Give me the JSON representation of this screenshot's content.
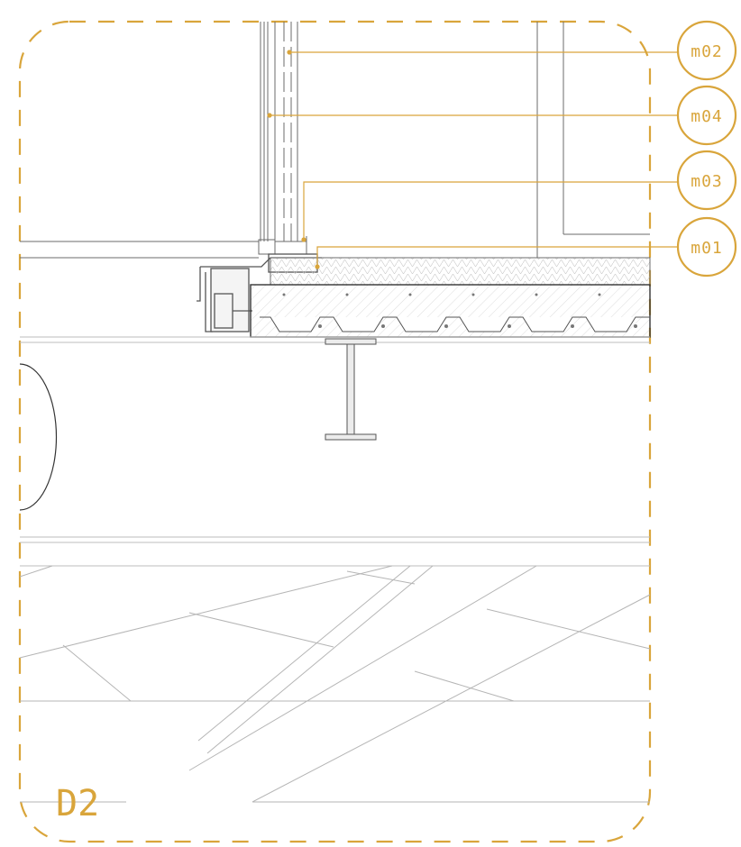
{
  "colors": {
    "accent": "#d9a53b",
    "line": "#6b6b6b",
    "line_light": "#bdbdbd",
    "hatch": "#9a9a9a"
  },
  "detail": {
    "label": "D2"
  },
  "tags": [
    {
      "id": "m02",
      "text": "m02"
    },
    {
      "id": "m04",
      "text": "m04"
    },
    {
      "id": "m03",
      "text": "m03"
    },
    {
      "id": "m01",
      "text": "m01"
    }
  ]
}
